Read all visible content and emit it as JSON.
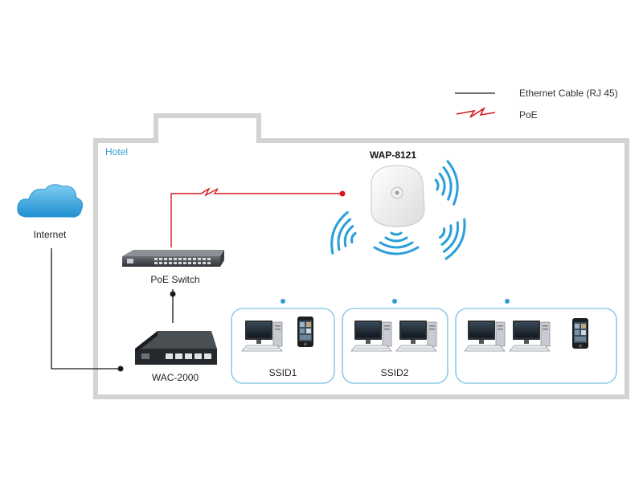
{
  "legend": {
    "ethernet_label": "Ethernet Cable (RJ 45)",
    "poe_label": "PoE"
  },
  "building": {
    "label": "Hotel"
  },
  "devices": {
    "internet": "Internet",
    "access_point": "WAP-8121",
    "poe_switch": "PoE Switch",
    "controller": "WAC-2000"
  },
  "ssid_groups": [
    {
      "label": "SSID1",
      "computers": 1,
      "phone": true
    },
    {
      "label": "SSID2",
      "computers": 2,
      "phone": false
    },
    {
      "label": "",
      "computers": 2,
      "phone": true
    }
  ],
  "colors": {
    "building_outline": "#d3d3d3",
    "ethernet": "#1a1a1a",
    "poe": "#d7191c",
    "wifi": "#2a9fd8",
    "cloud": "#3aa7e0",
    "ssid_box": "#8fcbe4",
    "hotel_label": "#3aa0d0"
  }
}
